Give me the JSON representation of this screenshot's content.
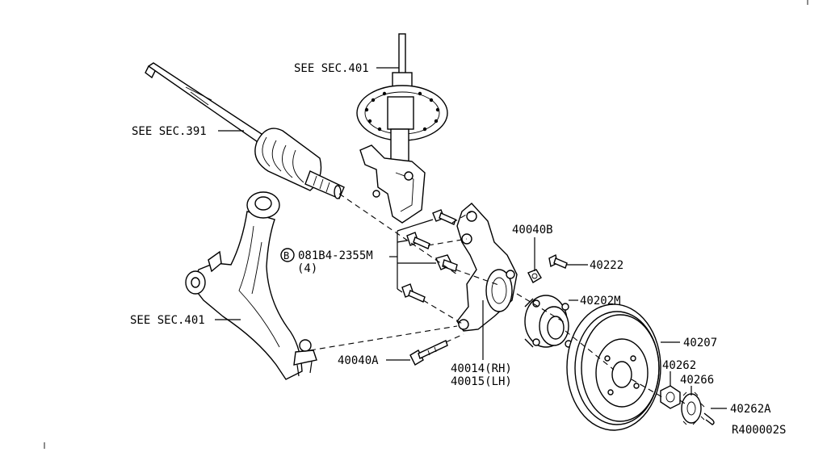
{
  "callouts": {
    "strut_ref": "SEE SEC.401",
    "driveshaft_ref": "SEE SEC.391",
    "arm_ref": "SEE SEC.401",
    "bolt_circle_letter": "B",
    "bolt_part": "081B4-2355M",
    "bolt_qty": "(4)",
    "nut_40040b": "40040B",
    "bolt_40222": "40222",
    "hub_40202m": "40202M",
    "rotor_40207": "40207",
    "nut_40262": "40262",
    "washer_40266": "40266",
    "pin_40262a": "40262A",
    "bolt_40040a": "40040A",
    "knuckle_rh": "40014(RH)",
    "knuckle_lh": "40015(LH)",
    "diagram_id": "R400002S"
  }
}
